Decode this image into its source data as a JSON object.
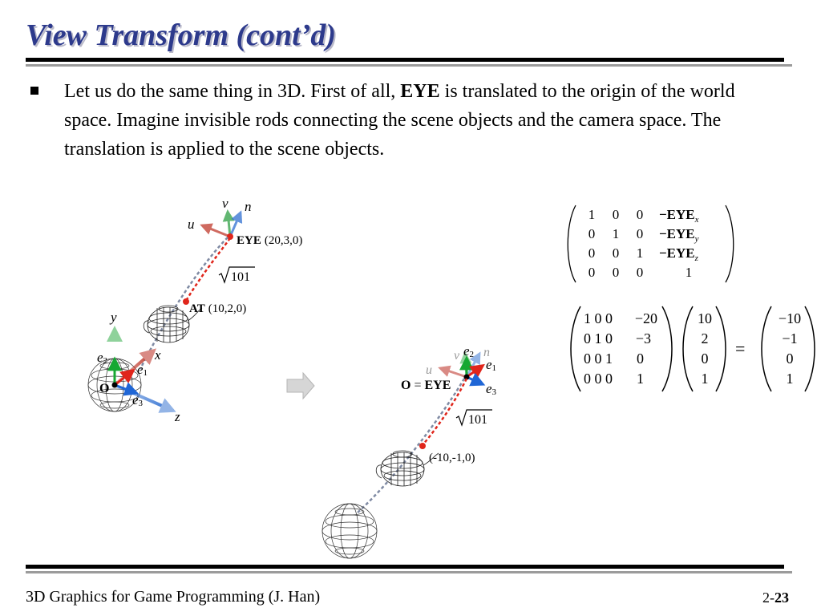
{
  "slide": {
    "title": "View Transform (cont’d)",
    "bullet": {
      "pre": "Let us do the same thing in 3D. First of all, ",
      "bold": "EYE",
      "post": " is translated to the origin of the world space. Imagine invisible rods connecting the scene objects and the camera space. The translation is applied to the scene objects."
    },
    "footer": "3D Graphics for Game Programming (J. Han)",
    "page_prefix": "2-",
    "page_number": "23"
  },
  "left_figure": {
    "v": "v",
    "n": "n",
    "u": "u",
    "eye_label": "EYE",
    "eye_coords": "(20,3,0)",
    "dist": "101",
    "at_label": "AT",
    "at_coords": "(10,2,0)",
    "y": "y",
    "x": "x",
    "z": "z",
    "e1": "e",
    "e1_sub": "1",
    "e2": "e",
    "e2_sub": "2",
    "e3": "e",
    "e3_sub": "3",
    "origin": "O"
  },
  "right_figure": {
    "v": "v",
    "n": "n",
    "u": "u",
    "e1": "e",
    "e1_sub": "1",
    "e2": "e",
    "e2_sub": "2",
    "e3": "e",
    "e3_sub": "3",
    "origin_eq_pre": "O",
    "origin_eq_mid": " = ",
    "origin_eq_post": "EYE",
    "dist": "101",
    "at_coords": "(-10,-1,0)"
  },
  "matrix_translation": {
    "rows": [
      [
        "1",
        "0",
        "0",
        "−EYE",
        "x"
      ],
      [
        "0",
        "1",
        "0",
        "−EYE",
        "y"
      ],
      [
        "0",
        "0",
        "1",
        "−EYE",
        "z"
      ],
      [
        "0",
        "0",
        "0",
        "1",
        ""
      ]
    ]
  },
  "equation": {
    "matrix": [
      [
        "1 0 0",
        "−20"
      ],
      [
        "0 1 0",
        "−3"
      ],
      [
        "0 0 1",
        "0"
      ],
      [
        "0 0 0",
        "1"
      ]
    ],
    "vector": [
      "10",
      "2",
      "0",
      "1"
    ],
    "equals": "=",
    "result": [
      "−10",
      "−1",
      "0",
      "1"
    ]
  },
  "colors": {
    "title": "#2d3a8c",
    "red_axis": "#c0392b",
    "green_axis": "#2ea043",
    "blue_axis": "#2f6fd1",
    "dotted_red": "#e0251b",
    "dotted_grey": "#7f8aa3"
  }
}
